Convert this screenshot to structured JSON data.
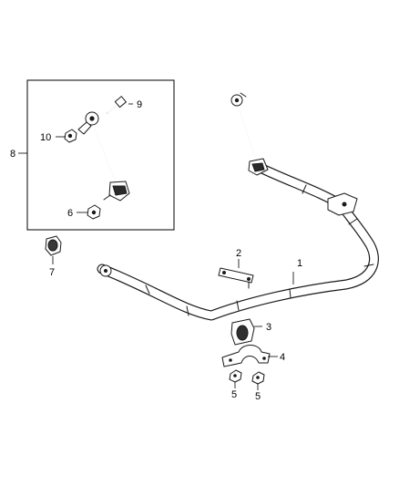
{
  "diagram": {
    "callouts": {
      "c1": "1",
      "c2": "2",
      "c3": "3",
      "c4": "4",
      "c5a": "5",
      "c5b": "5",
      "c6": "6",
      "c7": "7",
      "c8": "8",
      "c9": "9",
      "c10": "10"
    }
  }
}
